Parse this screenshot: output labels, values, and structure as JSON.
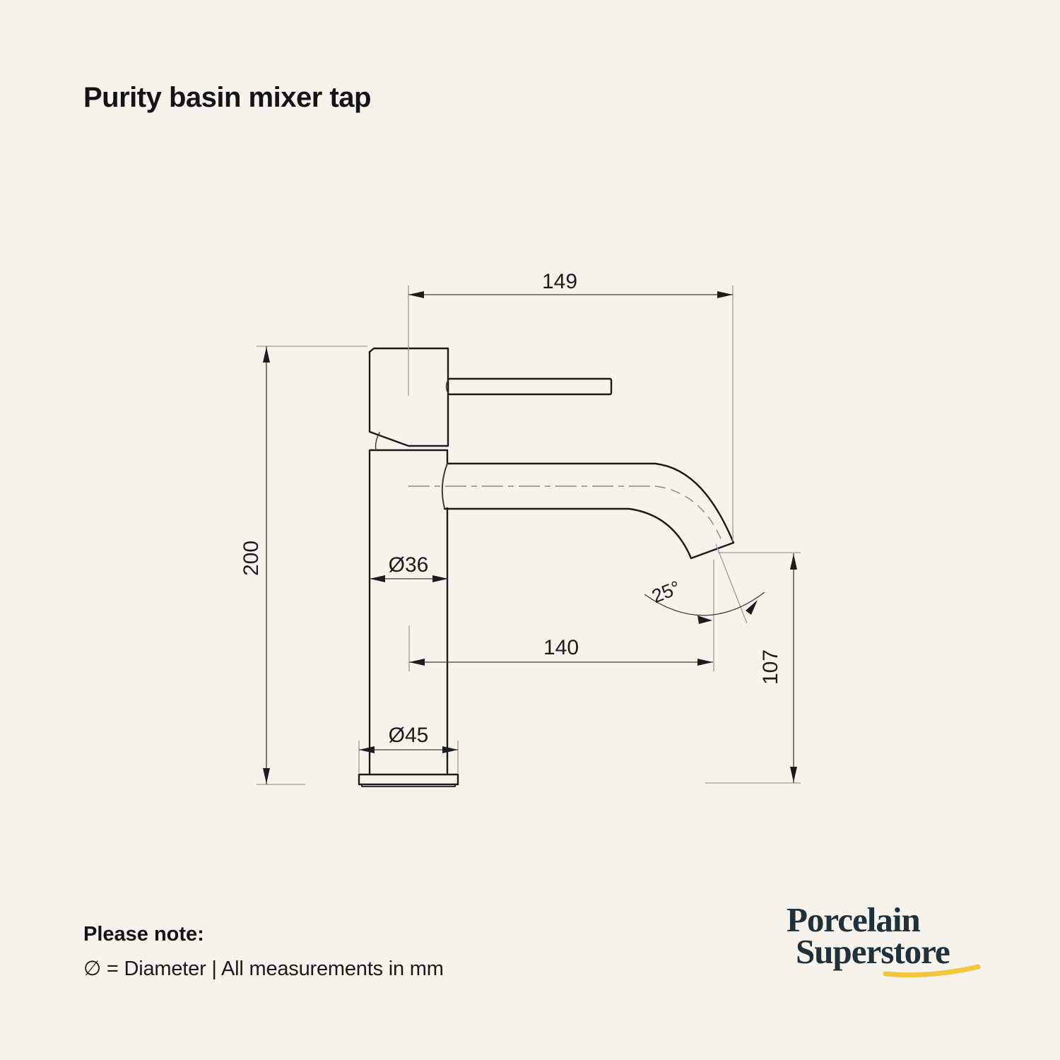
{
  "page": {
    "background_color": "#f6f3ec",
    "line_color": "#1a1a1a",
    "thin_line_color": "#999999"
  },
  "title": "Purity basin mixer tap",
  "note": {
    "heading": "Please note:",
    "body": "∅ = Diameter | All measurements in mm"
  },
  "logo": {
    "line1": "Porcelain",
    "line2": "Superstore",
    "text_color": "#20313a",
    "underline_color": "#f3c53c"
  },
  "diagram": {
    "product": "Purity basin mixer tap",
    "units": "mm",
    "dimensions": {
      "overall_height": "200",
      "handle_to_spout_reach": "149",
      "spout_projection": "140",
      "spout_outlet_height": "107",
      "body_diameter": "Ø36",
      "base_diameter": "Ø45",
      "spout_angle": "25°"
    }
  }
}
